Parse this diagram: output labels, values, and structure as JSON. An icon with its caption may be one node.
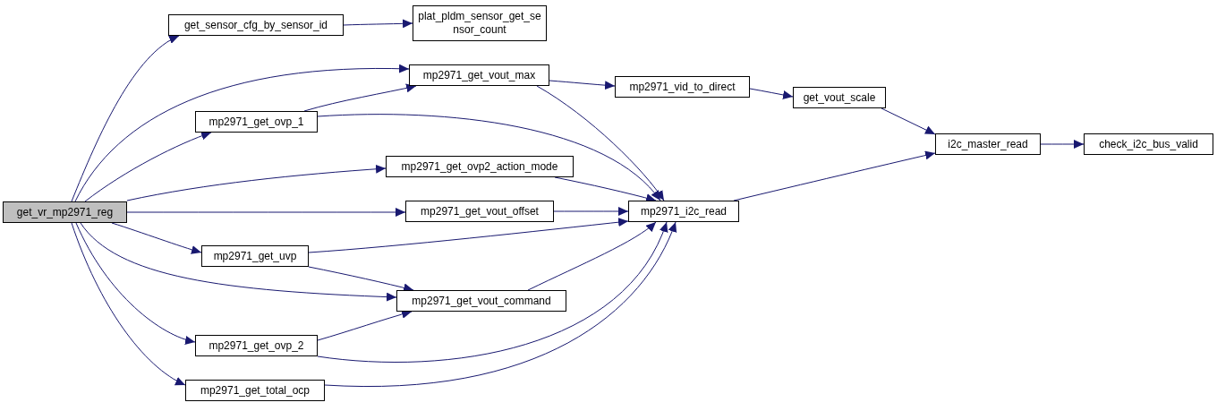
{
  "diagram": {
    "nodes": [
      {
        "text": [
          "get_vr_mp2971_reg"
        ]
      },
      {
        "text": [
          "get_sensor_cfg_by_sensor_id"
        ]
      },
      {
        "text": [
          "plat_pldm_sensor_get_sensor_count"
        ]
      },
      {
        "text": [
          "mp2971_get_vout_max"
        ]
      },
      {
        "text": [
          "mp2971_vid_to_direct"
        ]
      },
      {
        "text": [
          "get_vout_scale"
        ]
      },
      {
        "text": [
          "mp2971_get_ovp_1"
        ]
      },
      {
        "text": [
          "mp2971_get_ovp2_action_mode"
        ]
      },
      {
        "text": [
          "mp2971_get_vout_offset"
        ]
      },
      {
        "text": [
          "mp2971_i2c_read"
        ]
      },
      {
        "text": [
          "i2c_master_read"
        ]
      },
      {
        "text": [
          "check_i2c_bus_valid"
        ]
      },
      {
        "text": [
          "mp2971_get_uvp"
        ]
      },
      {
        "text": [
          "mp2971_get_vout_command"
        ]
      },
      {
        "text": [
          "mp2971_get_ovp_2"
        ]
      },
      {
        "text": [
          "mp2971_get_total_ocp"
        ]
      }
    ],
    "edges": [
      {
        "from": 0,
        "to": 1,
        "arrow": "to"
      },
      {
        "from": 0,
        "to": 3,
        "arrow": "to"
      },
      {
        "from": 0,
        "to": 6,
        "arrow": "to"
      },
      {
        "from": 0,
        "to": 7,
        "arrow": "to"
      },
      {
        "from": 0,
        "to": 8,
        "arrow": "to"
      },
      {
        "from": 0,
        "to": 12,
        "arrow": "to"
      },
      {
        "from": 0,
        "to": 13,
        "arrow": "to"
      },
      {
        "from": 0,
        "to": 14,
        "arrow": "to"
      },
      {
        "from": 0,
        "to": 15,
        "arrow": "to"
      },
      {
        "from": 1,
        "to": 2,
        "arrow": "to"
      },
      {
        "from": 3,
        "to": 4,
        "arrow": "to"
      },
      {
        "from": 3,
        "to": 9,
        "arrow": "to"
      },
      {
        "from": 4,
        "to": 5,
        "arrow": "to"
      },
      {
        "from": 5,
        "to": 10,
        "arrow": "to"
      },
      {
        "from": 6,
        "to": 3,
        "arrow": "to"
      },
      {
        "from": 6,
        "to": 9,
        "arrow": "to"
      },
      {
        "from": 7,
        "to": 9,
        "arrow": "to"
      },
      {
        "from": 8,
        "to": 9,
        "arrow": "to"
      },
      {
        "from": 9,
        "to": 10,
        "arrow": "to"
      },
      {
        "from": 10,
        "to": 11,
        "arrow": "to"
      },
      {
        "from": 12,
        "to": 9,
        "arrow": "to"
      },
      {
        "from": 12,
        "to": 13,
        "arrow": "to"
      },
      {
        "from": 13,
        "to": 9,
        "arrow": "to"
      },
      {
        "from": 14,
        "to": 13,
        "arrow": "to"
      },
      {
        "from": 14,
        "to": 9,
        "arrow": "to"
      },
      {
        "from": 15,
        "to": 9,
        "arrow": "to"
      }
    ]
  }
}
